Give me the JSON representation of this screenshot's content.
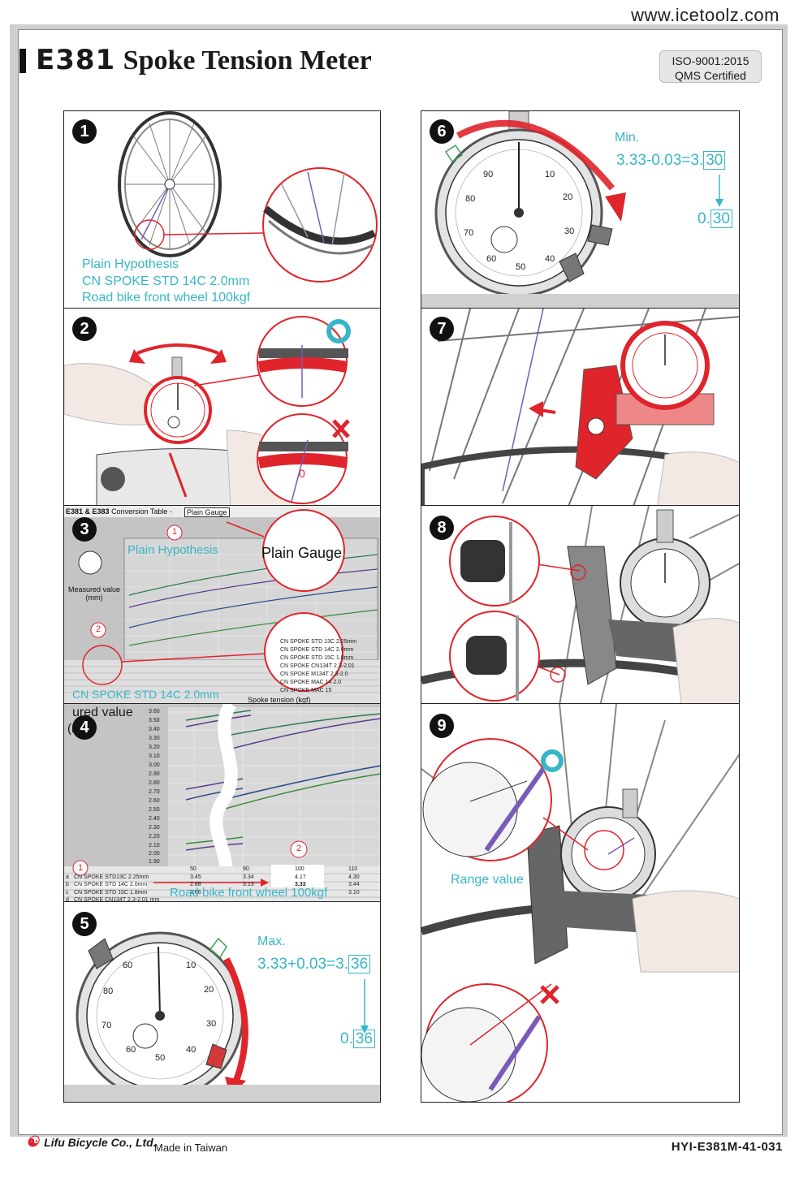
{
  "header": {
    "website": "www.icetoolz.com",
    "model": "E381",
    "product_name": "Spoke Tension Meter",
    "iso_line1": "ISO-9001:2015",
    "iso_line2": "QMS Certified"
  },
  "steps": [
    {
      "num": "1",
      "lines": [
        "Plain Hypothesis",
        "CN SPOKE STD 14C 2.0mm",
        "Road bike front wheel 100kgf"
      ]
    },
    {
      "num": "2"
    },
    {
      "num": "3",
      "table_title": "E381 & E383",
      "table_subtitle": "Conversion Table -",
      "zoom_label": "Plain Gauge",
      "badge_1": "1",
      "badge_2": "2",
      "hypothesis_label": "Plain Hypothesis",
      "measured_label": "Measured value (mm)",
      "spoke_label": "CN SPOKE STD 14C 2.0mm",
      "x_axis_label": "Spoke tension (kgf)",
      "legend_rows": [
        "CN SPOKE STD 13C 2.25mm",
        "CN SPOKE STD 14C 2.0mm",
        "CN SPOKE STD 15C 1.8mm",
        "CN SPOKE CN134T 2.3-2.01",
        "CN SPOKE M134T 2.3-2.0",
        "CN SPOKE MAC 14 2.0",
        "CN SPOKE MAC 15"
      ]
    },
    {
      "num": "4",
      "y_label": "ured value",
      "y_label2": "(mm)",
      "y_ticks": [
        "3.60",
        "3.50",
        "3.40",
        "3.30",
        "3.20",
        "3.10",
        "3.00",
        "2.90",
        "2.80",
        "2.70",
        "2.60",
        "2.50",
        "2.40",
        "2.30",
        "2.20",
        "2.10",
        "2.00",
        "1.90"
      ],
      "x_ticks": [
        "50",
        "90",
        "100",
        "110"
      ],
      "rows": [
        {
          "key": "a",
          "name": "CN SPOKE STD13C 2.25mm",
          "v": [
            "3.45",
            "3.34",
            "4.17",
            "4.30"
          ]
        },
        {
          "key": "b",
          "name": "CN SPOKE STD 14C 2.0mm",
          "v": [
            "2.88",
            "3.13",
            "3.33",
            "3.44"
          ]
        },
        {
          "key": "c",
          "name": "CN SPOKE STD 15C 1.8mm",
          "v": [
            "2.66",
            "",
            "",
            "3.10"
          ]
        },
        {
          "key": "d",
          "name": "CN SPOKE CN134T 2.3-2.01 mm",
          "v": [
            "",
            "",
            "",
            ""
          ]
        }
      ],
      "badge_1": "1",
      "badge_2": "2",
      "road_label": "Road bike front wheel 100kgf"
    },
    {
      "num": "5",
      "label": "Max.",
      "formula_prefix": "3.33+0.03=3.",
      "formula_box": "36",
      "result_prefix": "0.",
      "result_box": "36",
      "dial_numbers": [
        "60",
        "10",
        "80",
        "20",
        "70",
        "30",
        "60",
        "40",
        "50"
      ]
    },
    {
      "num": "6",
      "label": "Min.",
      "formula_prefix": "3.33-0.03=3.",
      "formula_box": "30",
      "result_prefix": "0.",
      "result_box": "30",
      "dial_numbers": [
        "90",
        "10",
        "80",
        "20",
        "70",
        "30",
        "60",
        "40",
        "50"
      ]
    },
    {
      "num": "7"
    },
    {
      "num": "8"
    },
    {
      "num": "9",
      "label": "Range value"
    }
  ],
  "footer": {
    "company": "Lifu Bicycle Co., Ltd.",
    "made_in": "Made in Taiwan",
    "code": "HYI-E381M-41-031"
  },
  "colors": {
    "accent_red": "#e0242b",
    "annotation_cyan": "#38b6c8",
    "chart_bg": "#bdbdbd"
  }
}
